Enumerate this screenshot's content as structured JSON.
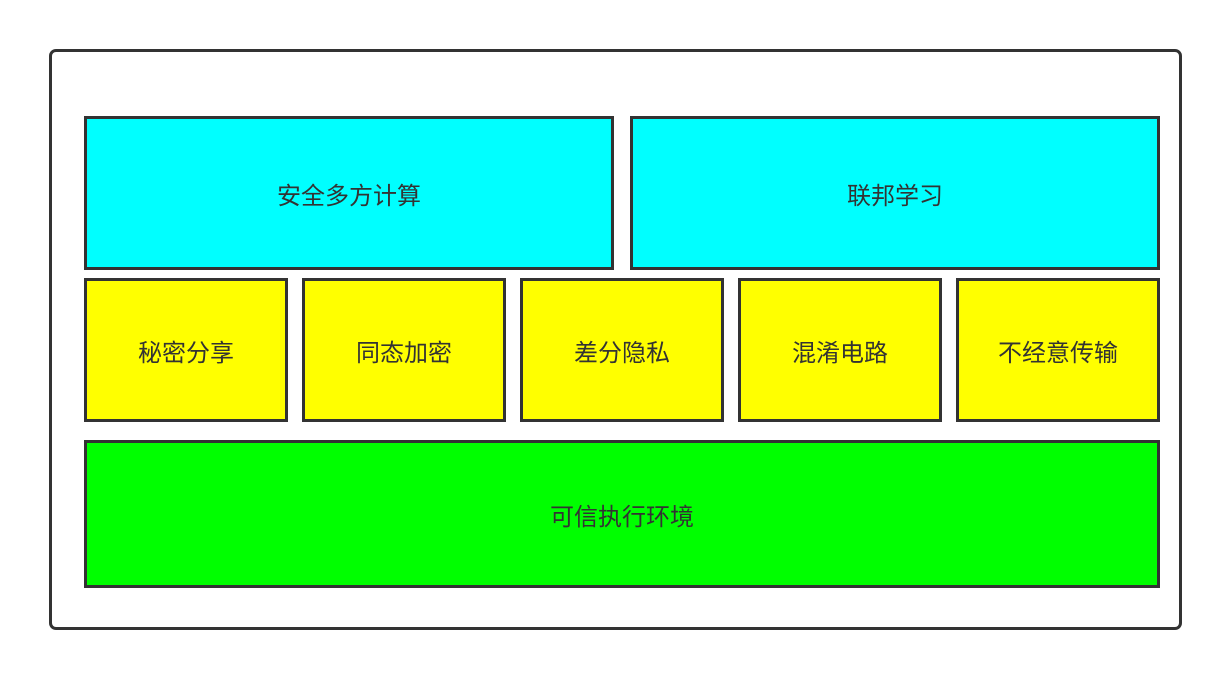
{
  "diagram": {
    "top_layer": [
      {
        "label": "安全多方计算"
      },
      {
        "label": "联邦学习"
      }
    ],
    "middle_layer": [
      {
        "label": "秘密分享"
      },
      {
        "label": "同态加密"
      },
      {
        "label": "差分隐私"
      },
      {
        "label": "混淆电路"
      },
      {
        "label": "不经意传输"
      }
    ],
    "bottom_layer": {
      "label": "可信执行环境"
    },
    "colors": {
      "top": "#00ffff",
      "middle": "#ffff00",
      "bottom": "#00ff00",
      "border": "#333333"
    }
  }
}
